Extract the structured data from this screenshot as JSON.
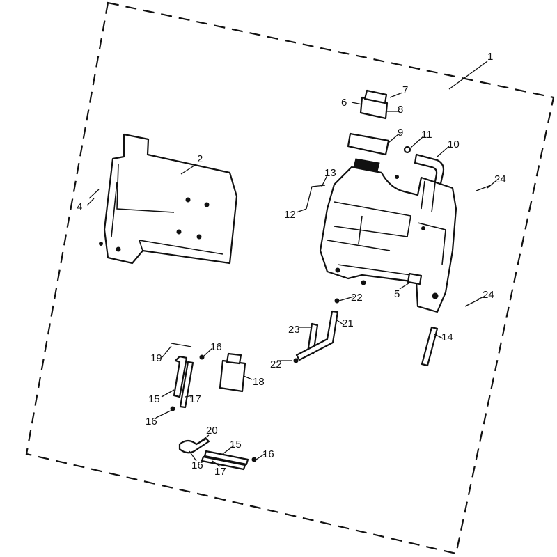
{
  "diagram": {
    "title": "Fuel tank assembly exploded parts view",
    "callouts": [
      "1",
      "2",
      "4",
      "6",
      "7",
      "8",
      "9",
      "10",
      "11",
      "12",
      "13",
      "5",
      "22",
      "22",
      "23",
      "21",
      "24",
      "24",
      "14",
      "19",
      "16",
      "18",
      "15",
      "17",
      "16",
      "20",
      "15",
      "16",
      "16",
      "17"
    ]
  }
}
